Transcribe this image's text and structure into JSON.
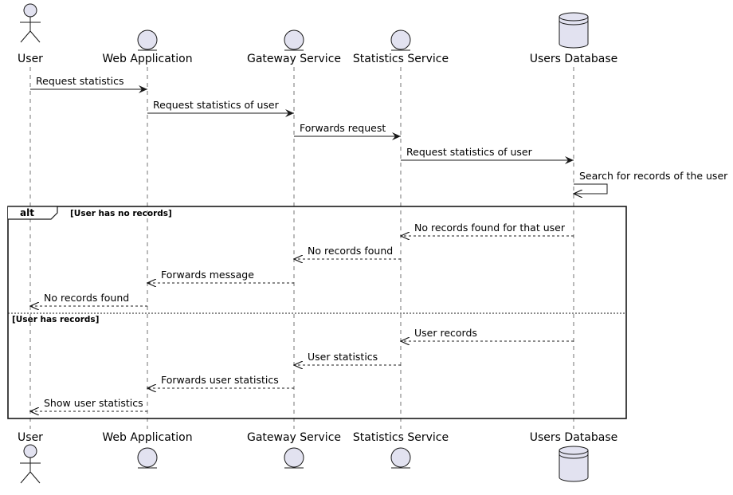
{
  "participants": [
    {
      "id": "user",
      "name": "User",
      "kind": "actor"
    },
    {
      "id": "web",
      "name": "Web Application",
      "kind": "entity"
    },
    {
      "id": "gateway",
      "name": "Gateway Service",
      "kind": "entity"
    },
    {
      "id": "stats",
      "name": "Statistics Service",
      "kind": "entity"
    },
    {
      "id": "db",
      "name": "Users Database",
      "kind": "database"
    }
  ],
  "messages": [
    {
      "from": "user",
      "to": "web",
      "label": "Request statistics",
      "style": "solid"
    },
    {
      "from": "web",
      "to": "gateway",
      "label": "Request statistics of user",
      "style": "solid"
    },
    {
      "from": "gateway",
      "to": "stats",
      "label": "Forwards request",
      "style": "solid"
    },
    {
      "from": "stats",
      "to": "db",
      "label": "Request statistics of user",
      "style": "solid"
    },
    {
      "from": "db",
      "to": "db",
      "label": "Search for records of the user",
      "style": "solid"
    }
  ],
  "alt": {
    "keyword": "alt",
    "branches": [
      {
        "guard": "[User has no records]",
        "messages": [
          {
            "from": "db",
            "to": "stats",
            "label": "No records found for that user",
            "style": "dashed"
          },
          {
            "from": "stats",
            "to": "gateway",
            "label": "No records found",
            "style": "dashed"
          },
          {
            "from": "gateway",
            "to": "web",
            "label": "Forwards message",
            "style": "dashed"
          },
          {
            "from": "web",
            "to": "user",
            "label": "No records found",
            "style": "dashed"
          }
        ]
      },
      {
        "guard": "[User has records]",
        "messages": [
          {
            "from": "db",
            "to": "stats",
            "label": "User records",
            "style": "dashed"
          },
          {
            "from": "stats",
            "to": "gateway",
            "label": "User statistics",
            "style": "dashed"
          },
          {
            "from": "gateway",
            "to": "web",
            "label": "Forwards user statistics",
            "style": "dashed"
          },
          {
            "from": "web",
            "to": "user",
            "label": "Show user statistics",
            "style": "dashed"
          }
        ]
      }
    ]
  },
  "colors": {
    "participant_fill": "#e2e2f0",
    "participant_stroke": "#181818",
    "line": "#181818",
    "lifeline": "#181818"
  }
}
